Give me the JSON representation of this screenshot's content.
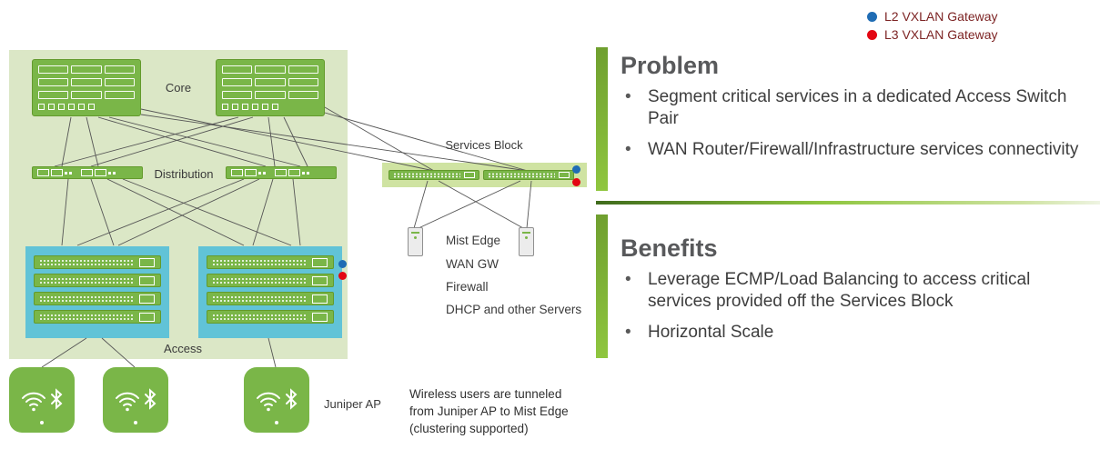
{
  "legend": {
    "items": [
      {
        "label": "L2 VXLAN Gateway",
        "color": "#1f6cb4"
      },
      {
        "label": "L3 VXLAN Gateway",
        "color": "#e30613"
      }
    ]
  },
  "diagram": {
    "core_label": "Core",
    "distribution_label": "Distribution",
    "access_label": "Access",
    "services_block_label": "Services Block",
    "services_list": [
      "Mist Edge",
      "WAN GW",
      "Firewall",
      "DHCP and other Servers"
    ],
    "juniper_ap_label": "Juniper AP",
    "wireless_note": "Wireless users are tunneled\nfrom Juniper AP to Mist Edge\n(clustering supported)"
  },
  "problem": {
    "title": "Problem",
    "bullets": [
      "Segment critical services in a dedicated Access Switch Pair",
      "WAN Router/Firewall/Infrastructure services connectivity"
    ]
  },
  "benefits": {
    "title": "Benefits",
    "bullets": [
      "Leverage ECMP/Load Balancing to access critical services provided off the Services Block",
      "Horizontal Scale"
    ]
  },
  "colors": {
    "switch_green": "#7ab648",
    "campus_background": "#dbe7c6",
    "access_teal": "#61c3d7",
    "services_background": "#cfe3a2",
    "accent_bar_green": "#8fc63f",
    "l2_blue": "#1f6cb4",
    "l3_red": "#e30613",
    "heading_gray": "#58595b"
  }
}
